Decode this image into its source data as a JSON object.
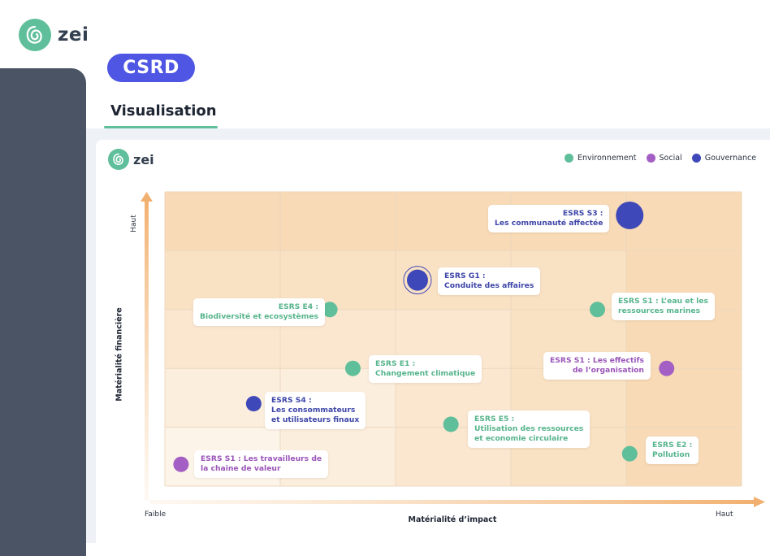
{
  "app": {
    "brand": "zei"
  },
  "header": {
    "pill_label": "CSRD",
    "tab_label": "Visualisation"
  },
  "legend": {
    "items": [
      {
        "label": "Environnement",
        "color": "#5fbf9a"
      },
      {
        "label": "Social",
        "color": "#a35fc3"
      },
      {
        "label": "Gouvernance",
        "color": "#3f48b8"
      }
    ]
  },
  "chart_data": {
    "type": "scatter",
    "title": "",
    "xlabel": "Matérialité d’impact",
    "ylabel": "Matérialité financière",
    "x_low_label": "Faible",
    "x_high_label": "Haut",
    "y_high_label": "Haut",
    "xlim": [
      0,
      5
    ],
    "ylim": [
      0,
      5
    ],
    "grid": true,
    "legend_position": "top-right",
    "series": [
      {
        "name": "Environnement",
        "color": "#5fbf9a",
        "points": [
          {
            "id": "E4",
            "label": [
              "ESRS E4 :",
              "Biodiversité et ecosystèmes"
            ],
            "x": 1.43,
            "y": 3.0,
            "size": "small"
          },
          {
            "id": "E1",
            "label": [
              "ESRS E1 :",
              "Changement climatique"
            ],
            "x": 1.63,
            "y": 2.0,
            "size": "small"
          },
          {
            "id": "E5",
            "label": [
              "ESRS E5 :",
              "Utilisation des ressources",
              "et economie circulaire"
            ],
            "x": 2.48,
            "y": 1.05,
            "size": "small"
          },
          {
            "id": "E2",
            "label": [
              "ESRS E2 :",
              "Pollution"
            ],
            "x": 4.03,
            "y": 0.55,
            "size": "small"
          },
          {
            "id": "S1-eau",
            "label": [
              "ESRS S1 : L’eau et les",
              "ressources marines"
            ],
            "x": 3.75,
            "y": 3.0,
            "size": "small"
          }
        ]
      },
      {
        "name": "Social",
        "color": "#a35fc3",
        "points": [
          {
            "id": "S1-effectifs",
            "label": [
              "ESRS S1 : Les effectifs",
              "de l’organisation"
            ],
            "x": 4.35,
            "y": 2.0,
            "size": "small"
          },
          {
            "id": "S1-travailleurs",
            "label": [
              "ESRS S1 : Les travailleurs de",
              "la chaine de valeur"
            ],
            "x": 0.14,
            "y": 0.37,
            "size": "small"
          }
        ]
      },
      {
        "name": "Gouvernance",
        "color": "#3f48b8",
        "points": [
          {
            "id": "S3",
            "label": [
              "ESRS S3 :",
              "Les communauté affectée"
            ],
            "x": 4.03,
            "y": 4.6,
            "size": "large"
          },
          {
            "id": "G1",
            "label": [
              "ESRS G1 :",
              "Conduite des affaires"
            ],
            "x": 2.19,
            "y": 3.5,
            "size": "medium"
          },
          {
            "id": "S4",
            "label": [
              "ESRS S4 :",
              "Les consommateurs",
              "et utilisateurs finaux"
            ],
            "x": 0.77,
            "y": 1.4,
            "size": "small"
          }
        ]
      }
    ]
  }
}
